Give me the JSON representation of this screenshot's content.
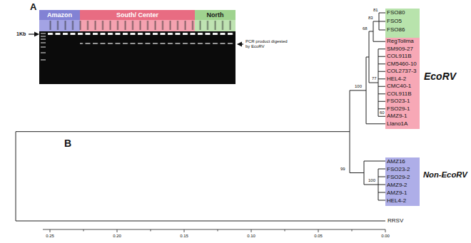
{
  "diagram": {
    "nodes": [
      {
        "text": [
          "Amazon"
        ]
      },
      {
        "text": [
          "South/ Center"
        ]
      },
      {
        "text": [
          "North"
        ]
      },
      {
        "text": [
          "FSO80",
          "FSO5",
          "FSO86"
        ]
      },
      {
        "text": [
          "RegTolima",
          "SM909-27",
          "COL911B",
          "CM5460-10",
          "COL2737-3",
          "HEL4-2",
          "CMC40-1",
          "COL911B",
          "FSO23-1",
          "FSO29-1",
          "AMZ9-1",
          "Llano1A"
        ]
      },
      {
        "text": [
          "AMZ16",
          "FSO23-2",
          "FSO29-2",
          "AMZ9-2",
          "AMZ9-1",
          "HEL4-2"
        ]
      }
    ],
    "labels": [
      "A",
      "1Kb",
      "PCR product digested by EcoRV",
      "B",
      "81",
      "83",
      "68",
      "100",
      "77",
      "60",
      "99",
      "100",
      "RRSV",
      "EcoRV",
      "Non-EcoRV",
      "0.25",
      "0.20",
      "0.15",
      "0.10",
      "0.05",
      "0.00"
    ]
  }
}
